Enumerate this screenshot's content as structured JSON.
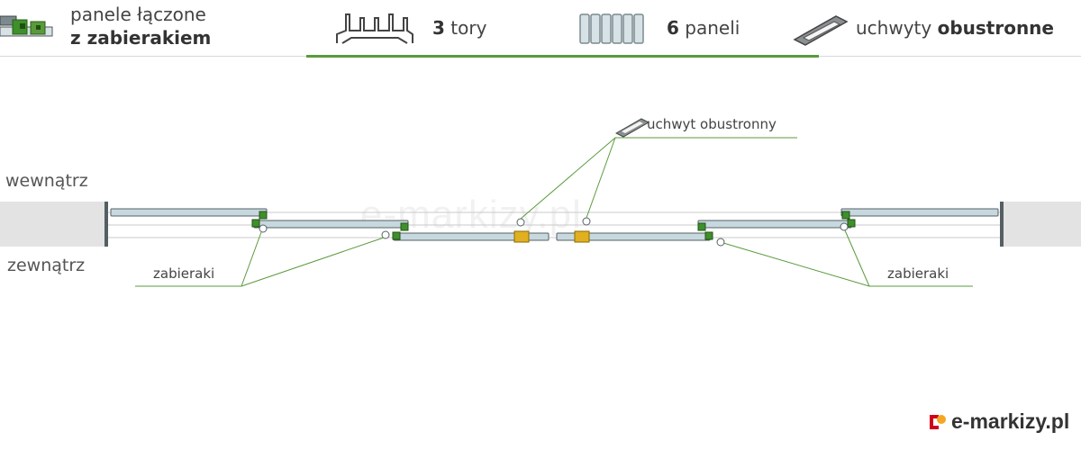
{
  "header": {
    "items": [
      {
        "icon": "connected-panels-icon",
        "line1": "panele łączone",
        "line2": "z zabierakiem"
      },
      {
        "icon": "three-tracks-icon",
        "bold": "3",
        "text": " tory"
      },
      {
        "icon": "six-panels-icon",
        "bold": "6",
        "text": " paneli"
      },
      {
        "icon": "double-sided-handle-icon",
        "text": "uchwyty ",
        "bold": "obustronne"
      }
    ]
  },
  "diagram": {
    "inside_label": "wewnątrz",
    "outside_label": "zewnątrz",
    "handle_label": "uchwyt obustronny",
    "catchers_label_left": "zabieraki",
    "catchers_label_right": "zabieraki",
    "watermark": "e-markizy.pl"
  },
  "brand": {
    "text": "e-markizy.pl",
    "colors": {
      "orange": "#f5a623",
      "red": "#d0021b"
    }
  },
  "colors": {
    "accent": "#5a9a3c",
    "catcher": "#3f8f2a",
    "handle": "#e0b020",
    "panel": "#c8d8df",
    "wall": "#e3e3e3"
  }
}
